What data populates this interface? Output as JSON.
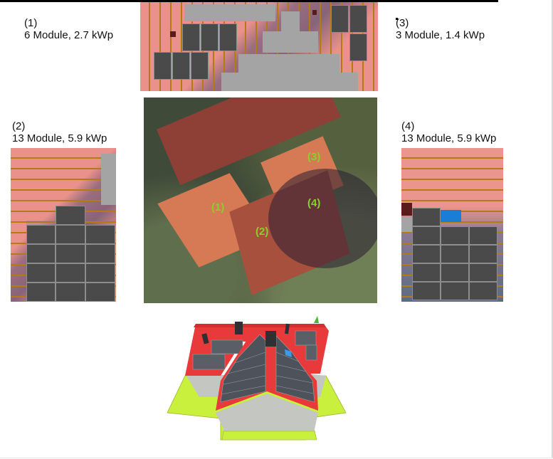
{
  "sections": [
    {
      "id": "1",
      "label_num": "(1)",
      "label_text": "6 Module, 2.7 kWp",
      "modules": 6,
      "power_kwp": 2.7
    },
    {
      "id": "2",
      "label_num": "(2)",
      "label_text": "13 Module, 5.9 kWp",
      "modules": 13,
      "power_kwp": 5.9
    },
    {
      "id": "3",
      "label_num": "(3)",
      "label_text": "3 Module, 1.4 kWp",
      "modules": 3,
      "power_kwp": 1.4
    },
    {
      "id": "4",
      "label_num": "(4)",
      "label_text": "13 Module, 5.9 kWp",
      "modules": 13,
      "power_kwp": 5.9
    }
  ],
  "aerial": {
    "tags": [
      "(1)",
      "(2)",
      "(3)",
      "(4)"
    ]
  },
  "colors": {
    "module": "#4a4a4a",
    "batten": "#b47a14",
    "roof_tile": "#e9918a",
    "obstacle": "#a4a4a4",
    "chimney": "#5a1b1d",
    "skylight": "#1a7fd4",
    "aerial_tag": "#86d12b",
    "render_roof": "#e83a3a",
    "render_wall": "#c4c7c1",
    "render_ground": "#c8f03c"
  }
}
